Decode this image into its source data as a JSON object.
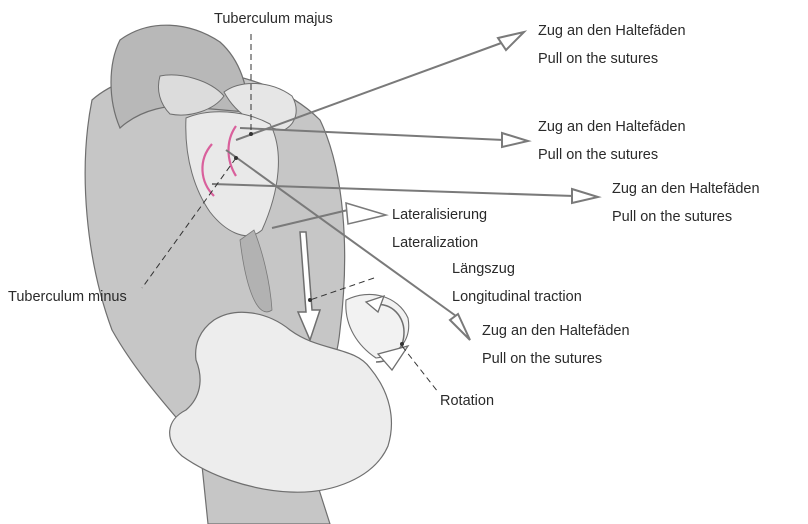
{
  "labels": {
    "tuberculum_majus": "Tuberculum majus",
    "tuberculum_minus": "Tuberculum minus",
    "suture_1_de": "Zug an den Haltefäden",
    "suture_1_en": "Pull on the sutures",
    "suture_2_de": "Zug an den Haltefäden",
    "suture_2_en": "Pull on the sutures",
    "suture_3_de": "Zug an den Haltefäden",
    "suture_3_en": "Pull on the sutures",
    "suture_4_de": "Zug an den Haltefäden",
    "suture_4_en": "Pull on the sutures",
    "lateral_de": "Lateralisierung",
    "lateral_en": "Lateralization",
    "longitudinal_de": "Längszug",
    "longitudinal_en": "Longitudinal traction",
    "rotation": "Rotation"
  },
  "colors": {
    "tissue": "#c9c9c9",
    "tissue_dark": "#a9a9a9",
    "outline": "#6f6f6f",
    "suture": "#7a7a7a",
    "cartilage": "#d9609c",
    "hand": "#ececec"
  }
}
